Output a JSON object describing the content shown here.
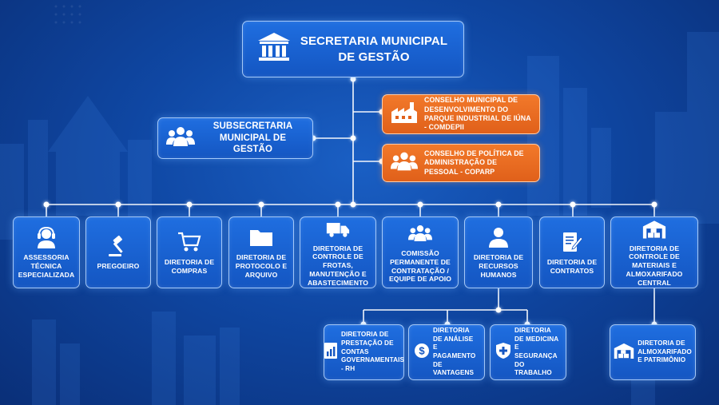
{
  "colors": {
    "box_blue": "#1a62d6",
    "box_orange": "#ef6f22",
    "line": "#ffffff",
    "background": "#0f47a3"
  },
  "org": {
    "secretaria": {
      "label": "SECRETARIA MUNICIPAL DE GESTÃO",
      "icon": "government-building-icon"
    },
    "subsecretaria": {
      "label": "SUBSECRETARIA MUNICIPAL DE GESTÃO",
      "icon": "people-group-icon"
    },
    "conselhos": [
      {
        "label": "CONSELHO MUNICIPAL DE DESENVOLVIMENTO DO PARQUE INDUSTRIAL DE IÚNA - COMDEPII",
        "icon": "factory-icon"
      },
      {
        "label": "CONSELHO DE POLÍTICA DE ADMINISTRAÇÃO DE PESSOAL - COPARP",
        "icon": "people-group-icon"
      }
    ],
    "diretorias": [
      {
        "label": "ASSESSORIA TÉCNICA ESPECIALIZADA",
        "icon": "headset-icon"
      },
      {
        "label": "PREGOEIRO",
        "icon": "gavel-icon"
      },
      {
        "label": "DIRETORIA DE COMPRAS",
        "icon": "shopping-cart-icon"
      },
      {
        "label": "DIRETORIA DE PROTOCOLO E ARQUIVO",
        "icon": "folder-icon"
      },
      {
        "label": "DIRETORIA DE CONTROLE DE FROTAS, MANUTENÇÃO E ABASTECIMENTO",
        "icon": "truck-icon"
      },
      {
        "label": "COMISSÃO PERMANENTE DE CONTRATAÇÃO / EQUIPE DE APOIO",
        "icon": "people-group-icon"
      },
      {
        "label": "DIRETORIA DE RECURSOS HUMANOS",
        "icon": "person-icon"
      },
      {
        "label": "DIRETORIA DE CONTRATOS",
        "icon": "document-pen-icon"
      },
      {
        "label": "DIRETORIA DE CONTROLE DE MATERIAIS E ALMOXARIFADO CENTRAL",
        "icon": "warehouse-icon"
      }
    ],
    "rh_children": [
      {
        "label": "DIRETORIA DE PRESTAÇÃO DE CONTAS GOVERNAMENTAIS - RH",
        "icon": "report-icon"
      },
      {
        "label": "DIRETORIA DE ANÁLISE E PAGAMENTO DE VANTAGENS",
        "icon": "dollar-coin-icon"
      },
      {
        "label": "DIRETORIA DE MEDICINA E SEGURANÇA DO TRABALHO",
        "icon": "medical-shield-icon"
      }
    ],
    "almox_children": [
      {
        "label": "DIRETORIA DE ALMOXARIFADO E PATRIMÔNIO",
        "icon": "warehouse-icon"
      }
    ]
  }
}
